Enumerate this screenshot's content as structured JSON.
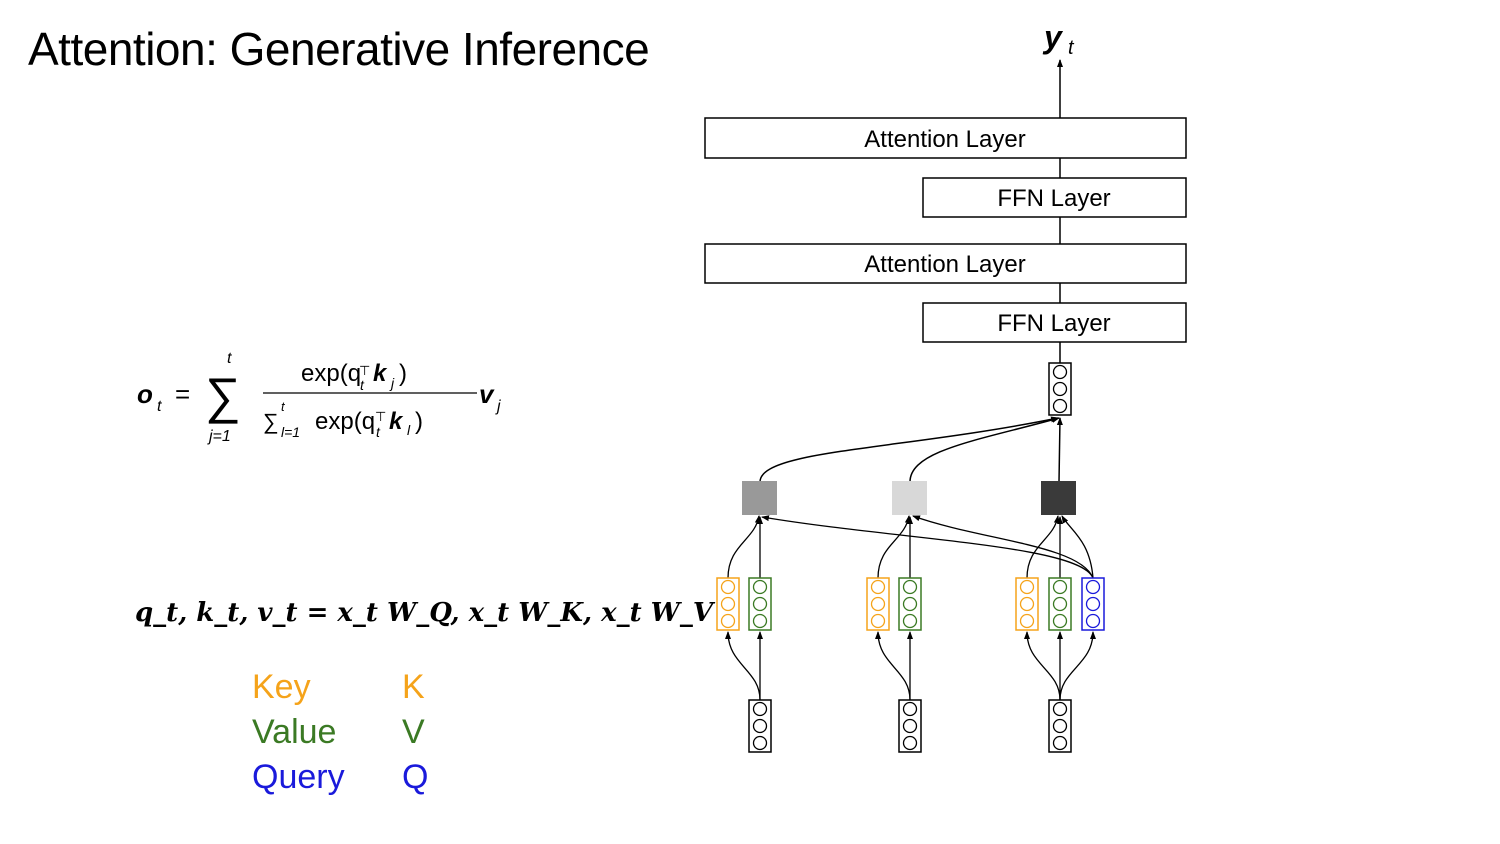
{
  "slide": {
    "title": "Attention: Generative Inference"
  },
  "equations": {
    "output_lhs": "o",
    "output_sub": "t",
    "sum_upper": "t",
    "sum_lower": "j=1",
    "numerator": "exp(q",
    "numerator_rest": "k",
    "denominator_sum": "∑",
    "denominator_upper": "t",
    "denominator_lower": "l=1",
    "denominator_exp": "exp(q",
    "value": "v",
    "value_sub": "j",
    "qkv": "q_t, k_t, v_t = x_t W_Q, x_t W_K, x_t W_V"
  },
  "legend": [
    {
      "name": "Key",
      "letter": "K",
      "color": "#f5a31a"
    },
    {
      "name": "Value",
      "letter": "V",
      "color": "#3b7a24"
    },
    {
      "name": "Query",
      "letter": "Q",
      "color": "#1a1adb"
    }
  ],
  "diagram": {
    "output_label": "y",
    "output_sub": "t",
    "layers": [
      {
        "label": "Attention Layer"
      },
      {
        "label": "FFN Layer"
      },
      {
        "label": "Attention Layer"
      },
      {
        "label": "FFN Layer"
      }
    ],
    "weight_colors": [
      "#999999",
      "#d8d8d8",
      "#3a3a3a"
    ],
    "colors": {
      "key": "#f5a31a",
      "value": "#3b7a24",
      "query": "#1a1adb"
    }
  }
}
